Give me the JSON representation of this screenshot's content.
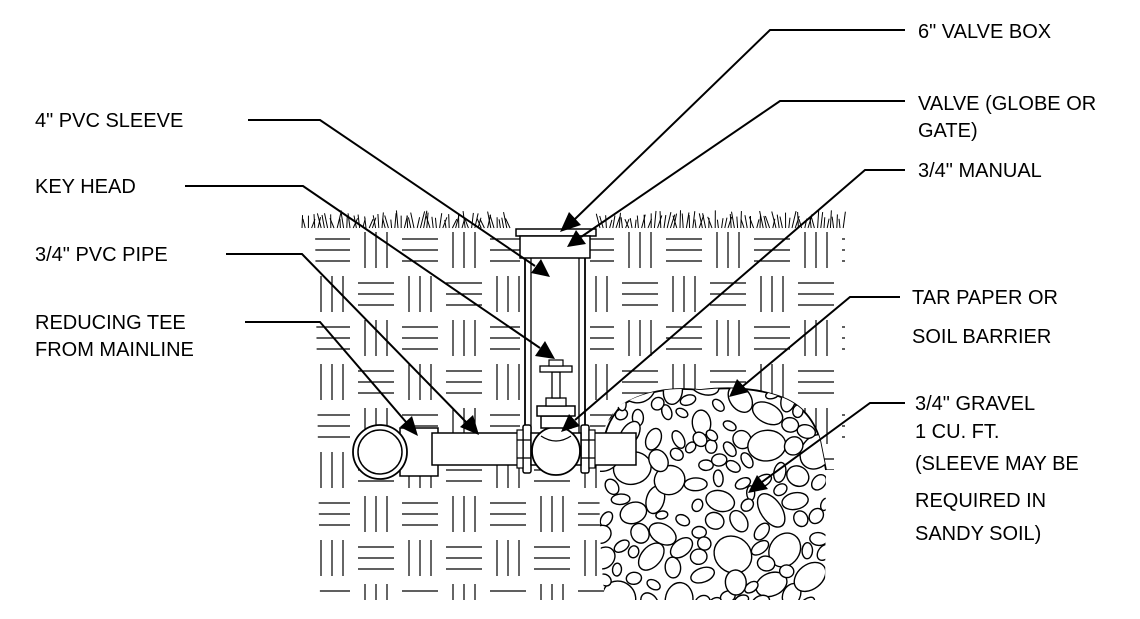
{
  "labels": {
    "valve_box": [
      "6\" VALVE BOX"
    ],
    "valve": [
      "VALVE (GLOBE OR",
      "GATE)"
    ],
    "pvc_sleeve": [
      "4\" PVC SLEEVE"
    ],
    "manual": [
      "3/4\" MANUAL"
    ],
    "key_head": [
      "KEY HEAD"
    ],
    "pvc_pipe": [
      "3/4\" PVC PIPE"
    ],
    "tar_paper": [
      "TAR PAPER OR",
      "SOIL BARRIER"
    ],
    "reducing_tee": [
      "REDUCING TEE",
      "FROM MAINLINE"
    ],
    "gravel": [
      "3/4\" GRAVEL",
      "1 CU. FT.",
      "(SLEEVE MAY BE",
      "REQUIRED IN",
      "SANDY SOIL)"
    ]
  }
}
